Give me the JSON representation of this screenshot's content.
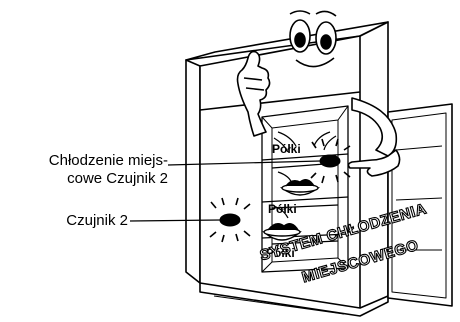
{
  "labels": {
    "cooling_line1": "Chłodzenie miejs-",
    "cooling_line2": "cowe Czujnik 2",
    "sensor": "Czujnik 2"
  },
  "shelves": [
    "Półki",
    "Półki",
    "Półki"
  ],
  "watermark": {
    "line1": "SYSTEM CHŁODZENIA",
    "line2": "MIEJSCOWEGO"
  },
  "colors": {
    "ink": "#000000",
    "paper": "#ffffff"
  }
}
